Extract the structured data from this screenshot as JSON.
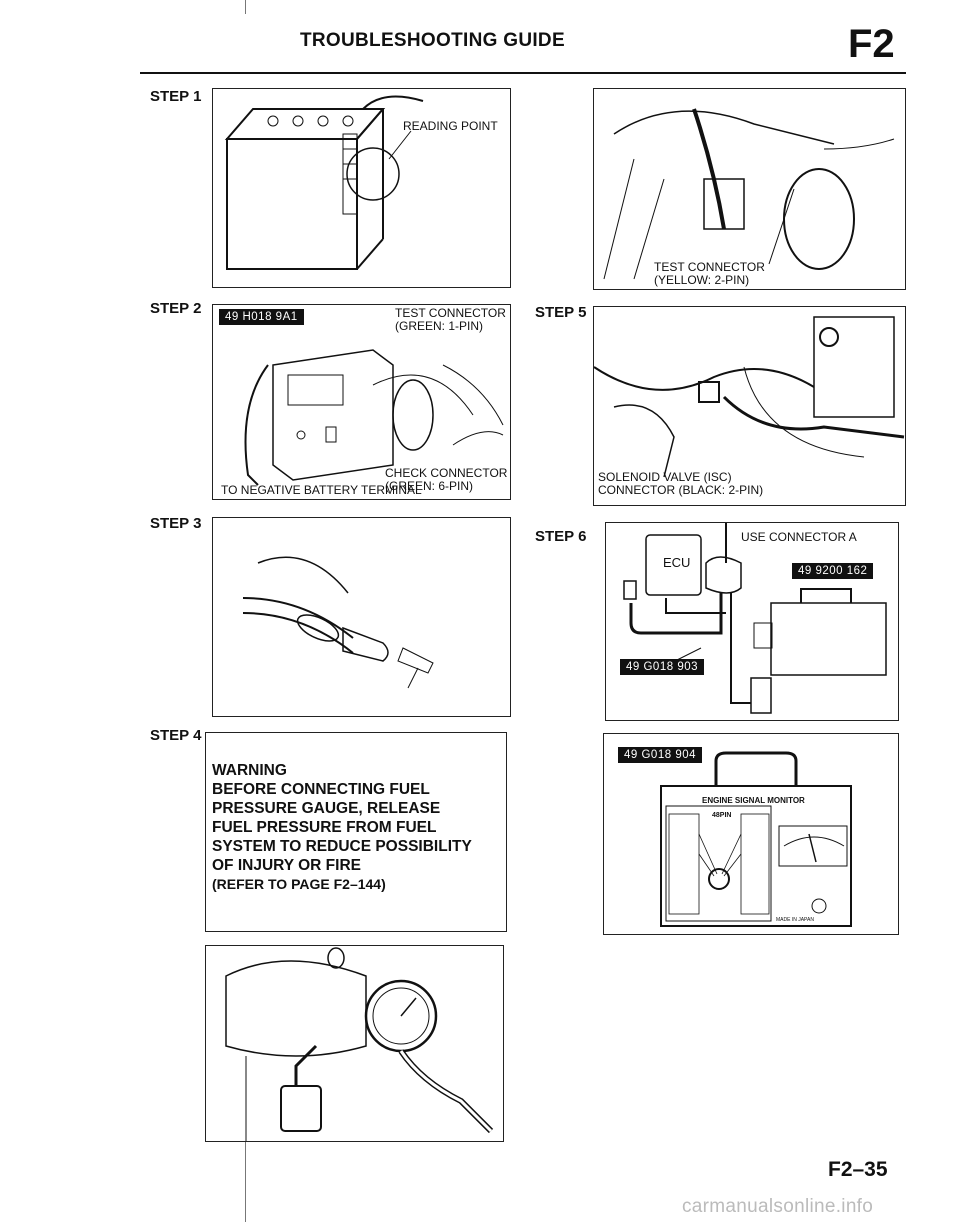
{
  "header": {
    "title": "TROUBLESHOOTING GUIDE",
    "section": "F2"
  },
  "steps": {
    "s1": "STEP 1",
    "s2": "STEP 2",
    "s3": "STEP 3",
    "s4": "STEP 4",
    "s5": "STEP 5",
    "s6": "STEP 6"
  },
  "step1": {
    "reading_point": "READING POINT"
  },
  "test_connector_yellow": {
    "line1": "TEST CONNECTOR",
    "line2": "(YELLOW: 2-PIN)"
  },
  "step2": {
    "tool": "49 H018 9A1",
    "test_connector_1": "TEST CONNECTOR",
    "test_connector_2": "(GREEN: 1-PIN)",
    "check_connector_1": "CHECK CONNECTOR",
    "check_connector_2": "(GREEN: 6-PIN)",
    "negative": "TO NEGATIVE BATTERY TERMINAL"
  },
  "step5": {
    "line1": "SOLENOID VALVE (ISC)",
    "line2": "CONNECTOR (BLACK: 2-PIN)"
  },
  "step6": {
    "ecu": "ECU",
    "use_connector": "USE CONNECTOR A",
    "tool_a": "49 9200 162",
    "tool_b": "49 G018 903"
  },
  "monitor": {
    "tool": "49 G018 904",
    "title": "ENGINE SIGNAL MONITOR",
    "pins": "48PIN",
    "made": "MADE IN JAPAN"
  },
  "step4": {
    "warning": [
      "WARNING",
      "BEFORE CONNECTING FUEL",
      "PRESSURE GAUGE, RELEASE",
      "FUEL PRESSURE FROM FUEL",
      "SYSTEM TO REDUCE POSSIBILITY",
      "OF INJURY OR FIRE",
      "(REFER TO PAGE F2–144)"
    ]
  },
  "footer": {
    "page": "F2–35",
    "watermark": "carmanualsonline.info"
  }
}
